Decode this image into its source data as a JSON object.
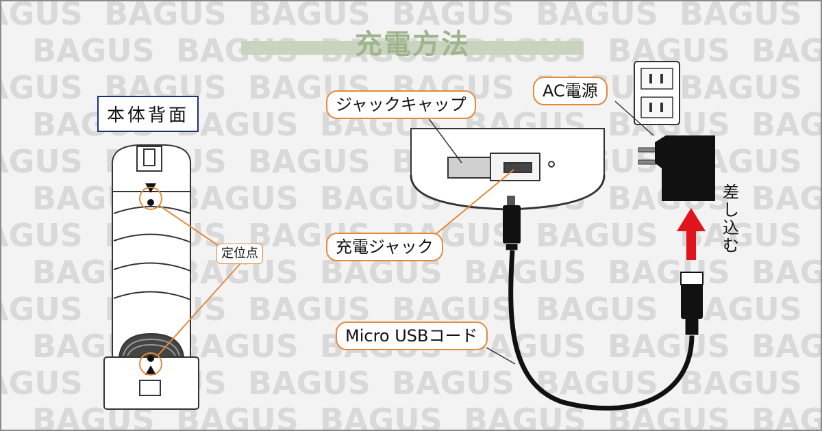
{
  "title": "充電方法",
  "watermark_text": "BAGUS",
  "labels": {
    "body_back": "本体背面",
    "fixed_point": "定位点",
    "jack_cap": "ジャックキャップ",
    "ac_power": "AC電源",
    "charging_jack": "充電ジャック",
    "micro_usb_cord": "Micro USBコード",
    "insert": "差し込む"
  },
  "colors": {
    "title": "#9fb48c",
    "title_bar": "#c9d4be",
    "callout_border": "#e38a3a",
    "leader_line": "#e38a3a",
    "box_border": "#1c2f7a",
    "arrow": "#e1141b",
    "adapter": "#111111",
    "watermark": "#d9d9d9",
    "background": "#f3f3f3"
  },
  "icons": {
    "device": "device-back-illustration",
    "cylinder": "device-bottom-illustration",
    "outlet": "wall-outlet-icon",
    "adapter": "ac-adapter-icon",
    "cable": "micro-usb-cable-icon",
    "arrow": "red-up-arrow-icon"
  }
}
